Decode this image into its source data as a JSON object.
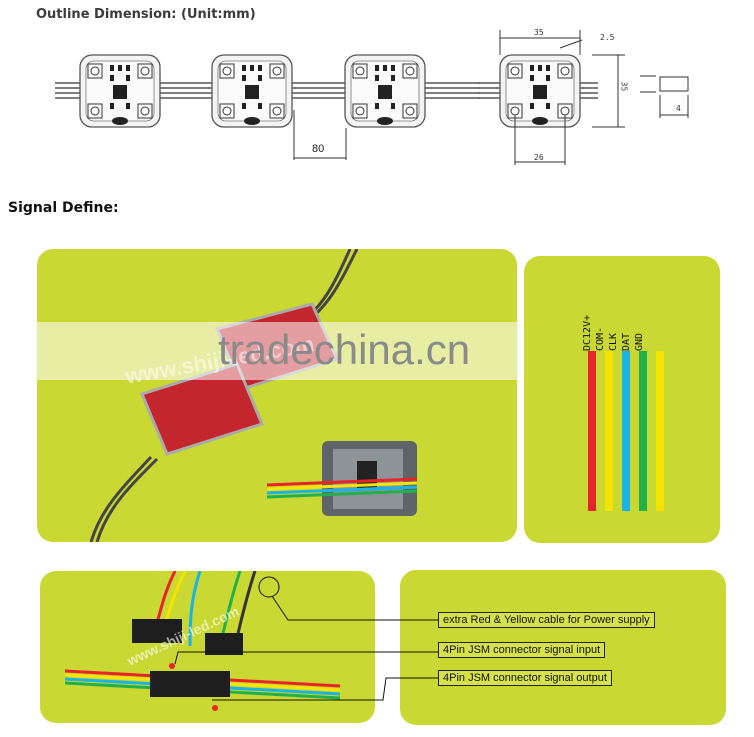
{
  "headings": {
    "outline": "Outline Dimension",
    "outline_unit": ": (Unit:mm)",
    "signal": "Signal Define:"
  },
  "dimensions": {
    "width": "35",
    "height": "35",
    "thickness": "4",
    "edge": "2.5",
    "hole_spacing": "26",
    "module_pitch": "80"
  },
  "wire_labels": [
    "DC12V+",
    "COM-",
    "CLK",
    "DAT",
    "GND"
  ],
  "wire_colors": [
    "#e8232a",
    "#f4e400",
    "#19b3e6",
    "#22b04a",
    "#f4e400"
  ],
  "annotations": {
    "power": "extra Red & Yellow cable for Power supply",
    "input": "4Pin JSM connector signal input",
    "output": "4Pin JSM connector signal output"
  },
  "watermarks": {
    "site": "www.shiji-led.com",
    "brand": "trade",
    "brand_suffix": "china.cn"
  },
  "colors": {
    "panel": "#c9d832",
    "module": "#f2f2f2"
  }
}
